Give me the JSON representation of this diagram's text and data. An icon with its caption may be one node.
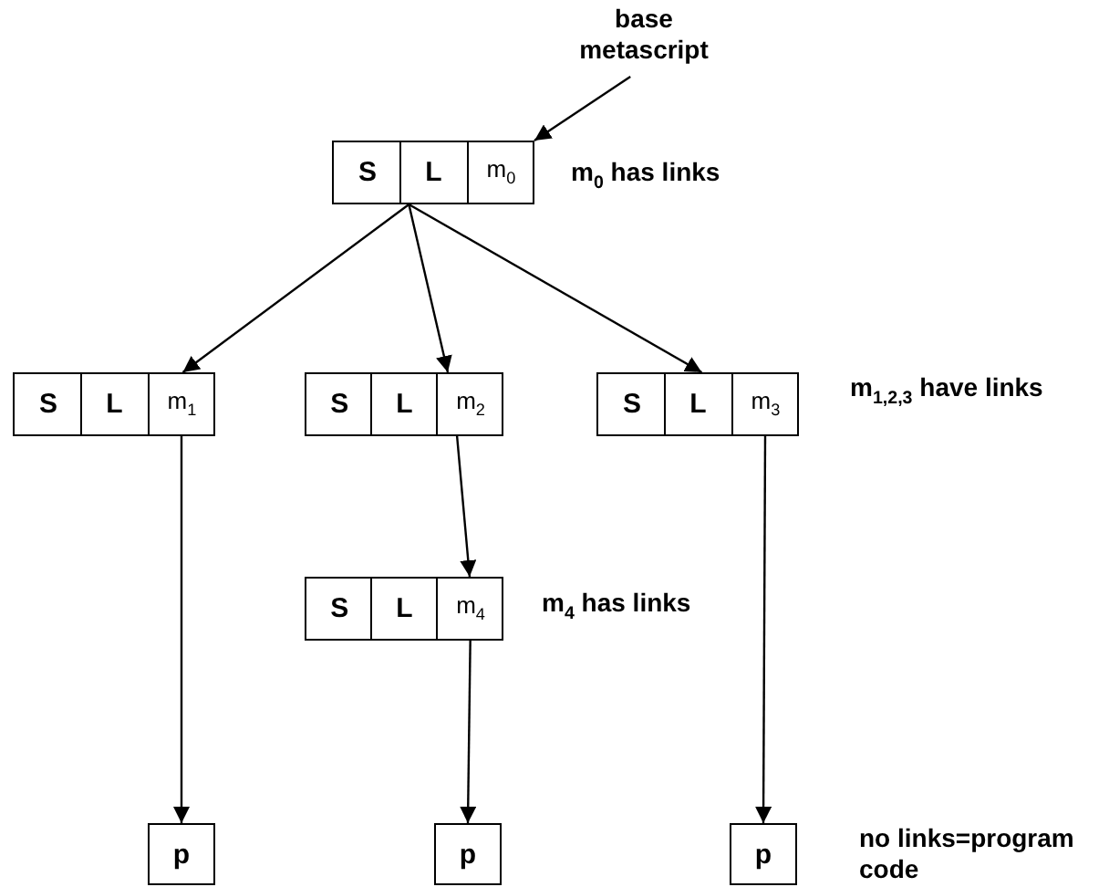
{
  "diagram": {
    "nodes": [
      {
        "text": [
          "base metascript"
        ]
      },
      {
        "text": [],
        "shape": "box",
        "beside": [
          "m$_{0}$ has links"
        ]
      },
      {
        "text": [
          "S"
        ],
        "in": 1
      },
      {
        "text": [
          "L"
        ],
        "in": 1
      },
      {
        "text": [
          "m$_{0}$"
        ],
        "in": 1
      },
      {
        "text": [],
        "shape": "box"
      },
      {
        "text": [
          "S"
        ],
        "in": 5
      },
      {
        "text": [
          "L"
        ],
        "in": 5
      },
      {
        "text": [
          "m$_{1}$"
        ],
        "in": 5
      },
      {
        "text": [],
        "shape": "box"
      },
      {
        "text": [
          "S"
        ],
        "in": 9
      },
      {
        "text": [
          "L"
        ],
        "in": 9
      },
      {
        "text": [
          "m$_{2}$"
        ],
        "in": 9
      },
      {
        "text": [],
        "shape": "box"
      },
      {
        "text": [
          "S"
        ],
        "in": 13
      },
      {
        "text": [
          "L"
        ],
        "in": 13
      },
      {
        "text": [
          "m$_{3}$"
        ],
        "in": 13
      },
      {
        "text": [],
        "shape": "box",
        "beside": [
          "m$_{4}$ has links"
        ]
      },
      {
        "text": [
          "S"
        ],
        "in": 17
      },
      {
        "text": [
          "L"
        ],
        "in": 17
      },
      {
        "text": [
          "m$_{4}$"
        ],
        "in": 17
      },
      {
        "text": [
          "p"
        ]
      },
      {
        "text": [
          "p"
        ]
      },
      {
        "text": [
          "p"
        ]
      }
    ],
    "edges": [
      {
        "from": 0,
        "to": 1,
        "arrow": "to"
      },
      {
        "from": 1,
        "to": 5,
        "arrow": "to"
      },
      {
        "from": 1,
        "to": 9,
        "arrow": "to"
      },
      {
        "from": 1,
        "to": 13,
        "arrow": "to"
      },
      {
        "from": 12,
        "to": 17,
        "arrow": "to"
      },
      {
        "from": 8,
        "to": 21,
        "arrow": "to"
      },
      {
        "from": 20,
        "to": 22,
        "arrow": "to"
      },
      {
        "from": 16,
        "to": 23,
        "arrow": "to"
      }
    ],
    "labels": [
      "m$_{1,2,3}$ have links",
      "no links=program code"
    ]
  }
}
